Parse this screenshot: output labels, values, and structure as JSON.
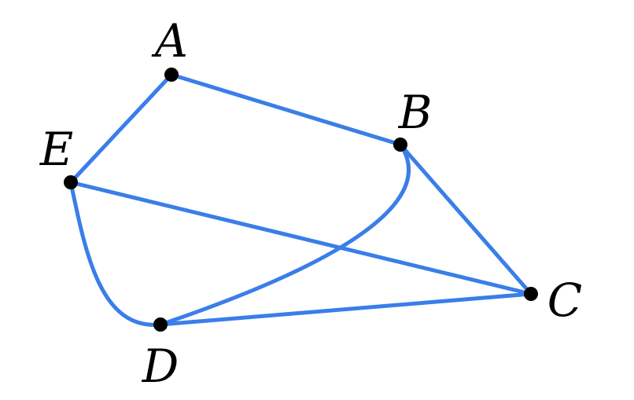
{
  "graph": {
    "edge_color": "#3a7ee8",
    "vertex_color": "#000000",
    "vertices": [
      "A",
      "B",
      "C",
      "D",
      "E"
    ],
    "edges": [
      {
        "from": "A",
        "to": "B",
        "style": "straight"
      },
      {
        "from": "A",
        "to": "E",
        "style": "straight"
      },
      {
        "from": "B",
        "to": "C",
        "style": "straight"
      },
      {
        "from": "E",
        "to": "C",
        "style": "straight"
      },
      {
        "from": "D",
        "to": "C",
        "style": "straight"
      },
      {
        "from": "B",
        "to": "D",
        "style": "curved"
      },
      {
        "from": "E",
        "to": "D",
        "style": "curved"
      }
    ]
  }
}
